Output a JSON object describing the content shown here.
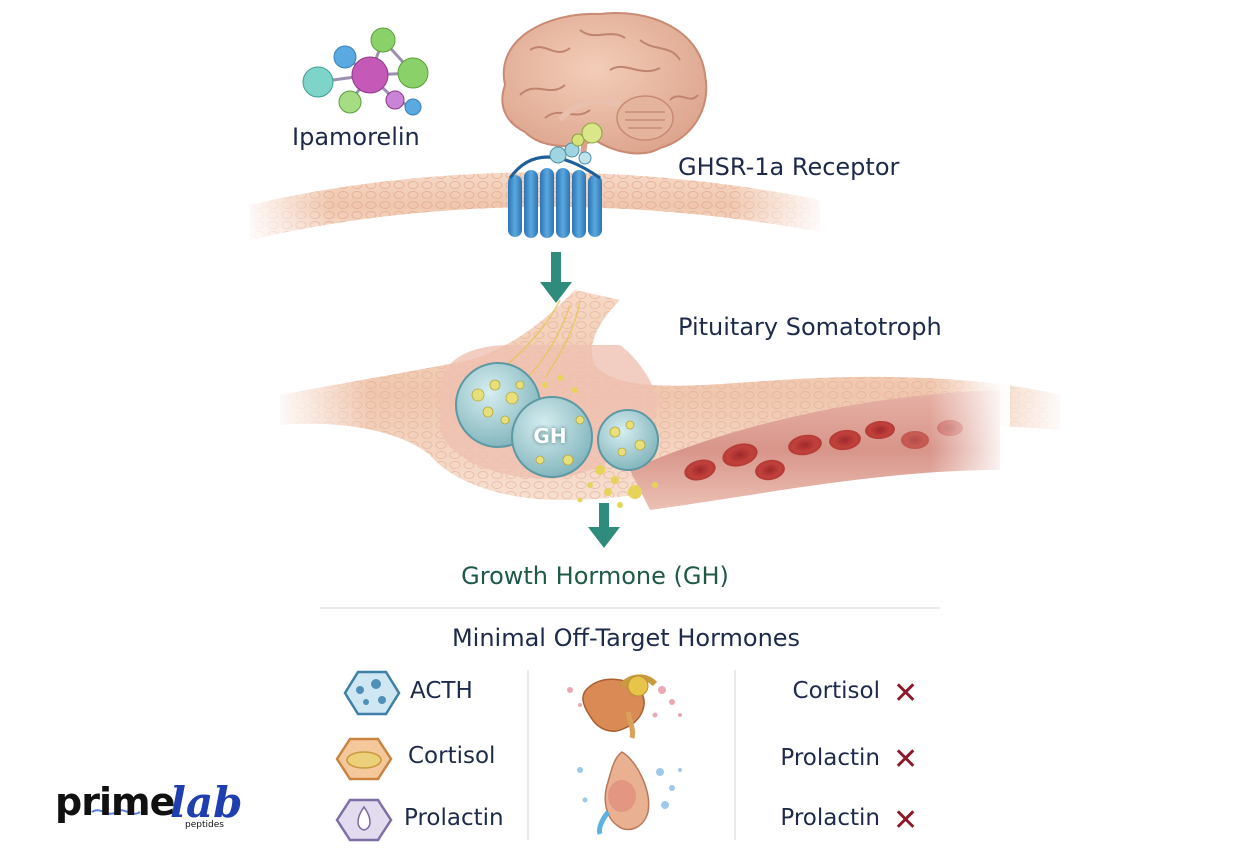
{
  "labels": {
    "drug": "Ipamorelin",
    "receptor": "GHSR-1a Receptor",
    "pituitary": "Pituitary Somatotroph",
    "granule": "GH",
    "output": "Growth Hormone (GH)",
    "section_title": "Minimal Off-Target Hormones"
  },
  "off_target_left": [
    {
      "label": "ACTH",
      "icon": "acth-hexagon-icon"
    },
    {
      "label": "Cortisol",
      "icon": "cortisol-hexagon-icon"
    },
    {
      "label": "Prolactin",
      "icon": "prolactin-hexagon-icon"
    }
  ],
  "off_target_right": [
    {
      "label": "Cortisol",
      "mark": "✕"
    },
    {
      "label": "Prolactin",
      "mark": "✕"
    },
    {
      "label": "Prolactin",
      "mark": "✕"
    }
  ],
  "logo": {
    "part1": "prime",
    "part2": "lab",
    "tagline": "peptides"
  },
  "colors": {
    "text_navy": "#1d2a4a",
    "text_green": "#1f5a44",
    "arrow_teal": "#2f8b7c",
    "cross_red": "#8a1a2a",
    "logo_blue": "#1f3fb0"
  }
}
